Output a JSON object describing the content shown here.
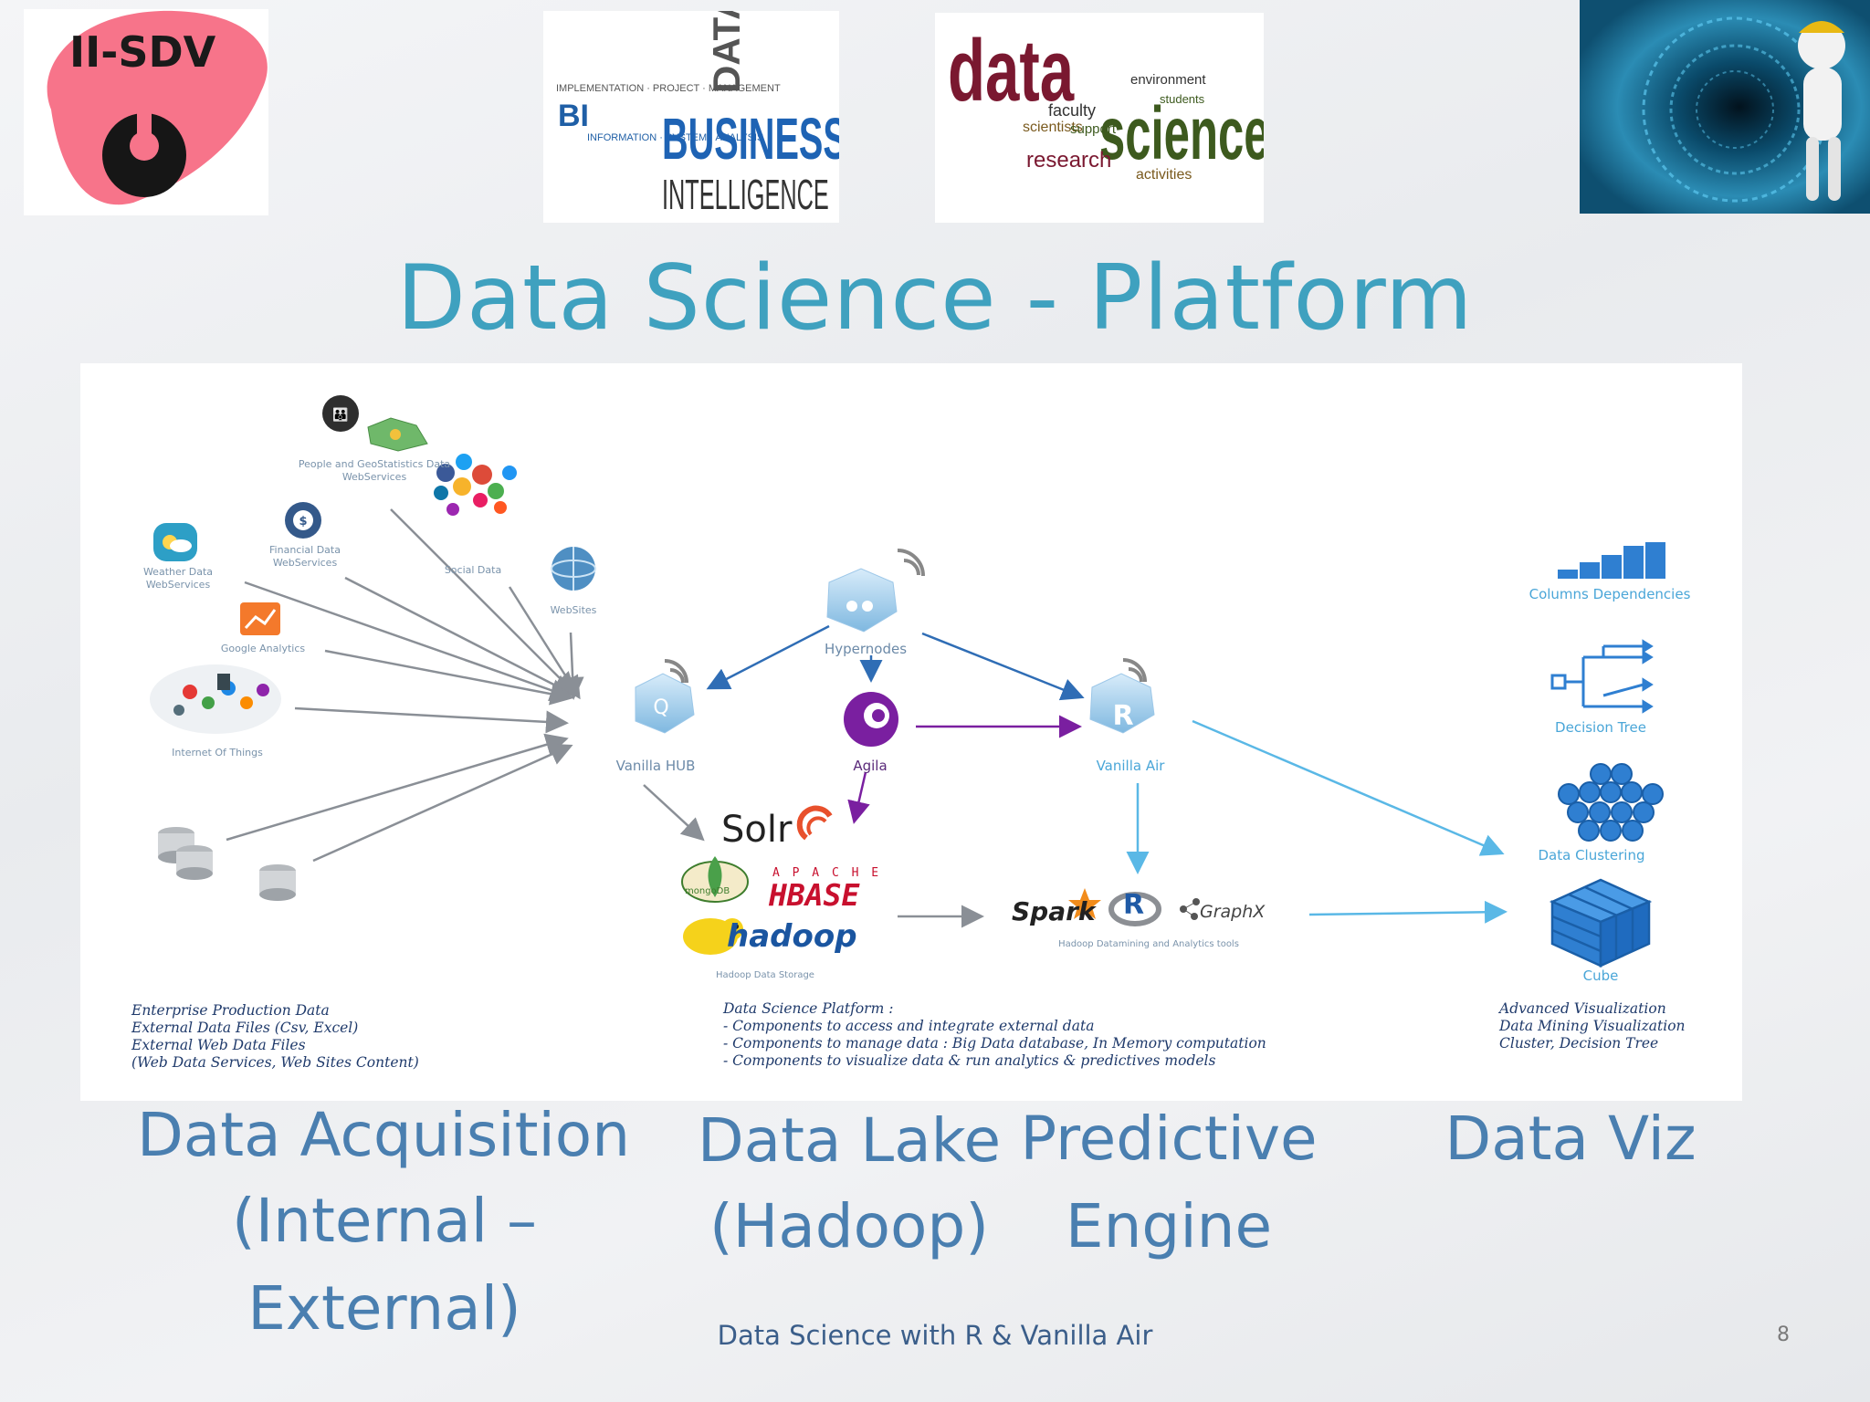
{
  "header": {
    "logo_text": "II-SDV",
    "thumbnails": [
      {
        "name": "business-intelligence-wordcloud",
        "big": "BUSINESS",
        "sub": "INTELLIGENCE",
        "top_word": "DATA",
        "side": "BI"
      },
      {
        "name": "data-science-wordcloud",
        "big1": "data",
        "big2": "science",
        "small": [
          "research",
          "students",
          "environment",
          "faculty",
          "scientists",
          "support",
          "activities"
        ]
      },
      {
        "name": "binary-tunnel-miner-image"
      }
    ]
  },
  "title": "Data Science - Platform",
  "diagram": {
    "sources": {
      "people_geo": "People and GeoStatistics Data\nWebServices",
      "social": "Social Data",
      "weather": "Weather Data\nWebServices",
      "financial": "Financial Data\nWebServices",
      "websites": "WebSites",
      "google": "Google Analytics",
      "iot": "Internet Of Things"
    },
    "nodes": {
      "hypernodes": "Hypernodes",
      "vanilla_hub": "Vanilla HUB",
      "agila": "Agila",
      "vanilla_air": "Vanilla Air"
    },
    "storage": {
      "solr": "Solr",
      "mongodb": "mongoDB",
      "apache": "A P A C H E",
      "hbase": "HBASE",
      "hadoop": "hadoop",
      "hadoop_caption": "Hadoop Data Storage"
    },
    "analytics": {
      "spark": "Spark",
      "r": "R",
      "graphx": "GraphX",
      "caption": "Hadoop Datamining and Analytics tools"
    },
    "viz": {
      "columns": "Columns Dependencies",
      "tree": "Decision Tree",
      "clustering": "Data Clustering",
      "cube": "Cube"
    },
    "notes": {
      "left": "Enterprise Production Data\nExternal Data Files (Csv, Excel)\nExternal Web Data Files\n(Web Data Services, Web Sites Content)",
      "middle": "Data Science Platform :\n- Components to access and integrate external data\n- Components to manage data : Big Data database, In Memory computation\n- Components to visualize data & run analytics & predictives models",
      "right": "Advanced Visualization\nData Mining Visualization\nCluster, Decision Tree"
    }
  },
  "sections": {
    "acquisition_1": "Data Acquisition",
    "acquisition_2": "(Internal – External)",
    "lake_1": "Data Lake",
    "lake_2": "(Hadoop)",
    "predictive_1": "Predictive",
    "predictive_2": "Engine",
    "viz": "Data Viz"
  },
  "footer": "Data Science with R & Vanilla Air",
  "page_number": "8",
  "colors": {
    "title": "#3fa1bf",
    "section": "#4a7fb0",
    "arrow_gray": "#8a8f96",
    "arrow_blue": "#2f6db5",
    "arrow_purple": "#7a1fa0",
    "arrow_light": "#5ab8e6",
    "viz_icon": "#2f7fd1"
  }
}
